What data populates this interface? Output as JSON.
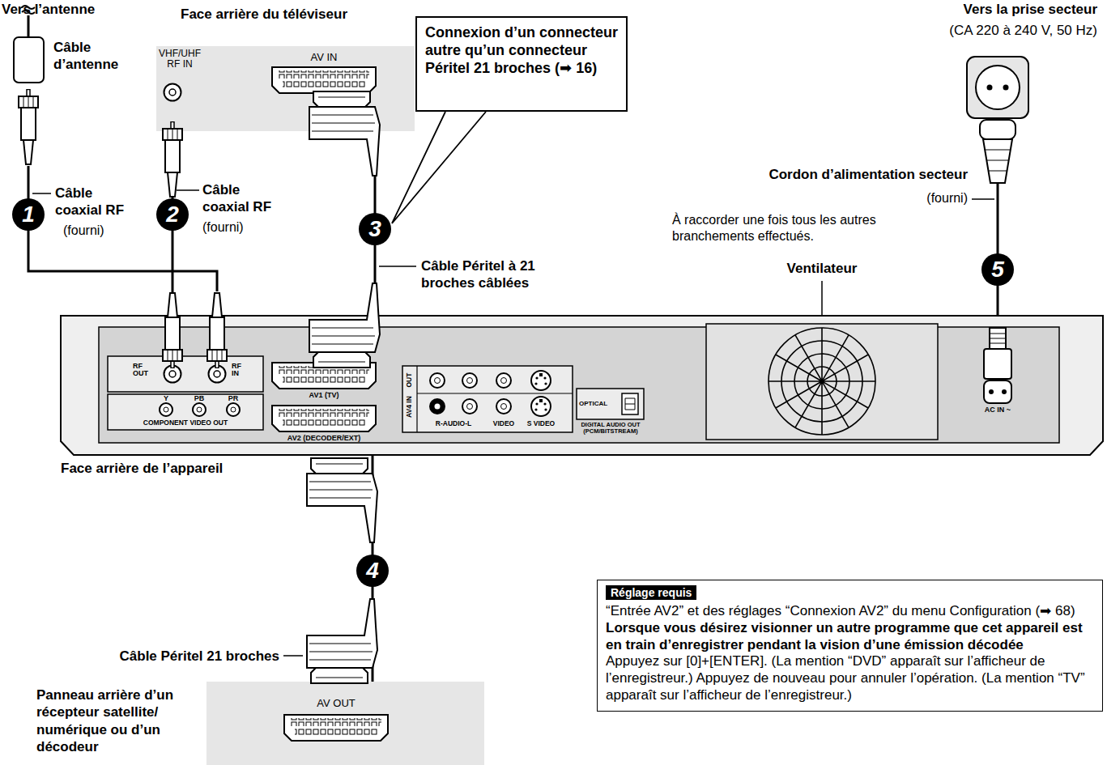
{
  "diagram": {
    "nodes": [
      {
        "text": [
          "Face arrière du téléviseur",
          "VHF/UHF RF IN",
          "AV IN"
        ]
      },
      {
        "text": [
          "Connexion d’un connecteur autre qu’un connecteur Péritel 21 broches (➡ 16)"
        ]
      },
      {
        "text": [
          "Face arrière de l’appareil",
          "RF OUT",
          "RF IN",
          "Y",
          "PB",
          "PR",
          "COMPONENT VIDEO OUT",
          "AV1 (TV)",
          "AV2 (DECODER/EXT)",
          "OUT",
          "AV4 IN",
          "R-AUDIO-L",
          "VIDEO",
          "S VIDEO",
          "OPTICAL",
          "DIGITAL AUDIO OUT (PCM/BITSTREAM)",
          "AC IN ~"
        ]
      },
      {
        "text": [
          "Réglage requis",
          "“Entrée AV2” et des réglages “Connexion AV2” du menu Configuration (➡ 68)",
          "Lorsque vous désirez visionner un autre programme que cet appareil est en train d’enregistrer pendant la vision d’une émission décodée",
          "Appuyez sur [0]+[ENTER]. (La mention “DVD” apparaît sur l’afficheur de l’enregistreur.) Appuyez de nouveau pour annuler l’opération. (La mention “TV” apparaît sur l’afficheur de l’enregistreur.)"
        ]
      },
      {
        "text": [
          "Panneau arrière d’un récepteur satellite/ numérique ou d’un décodeur",
          "AV OUT"
        ]
      }
    ],
    "edges": [
      {
        "from": 0,
        "to": 2,
        "arrow": "none"
      },
      {
        "from": 0,
        "to": 2,
        "label": "Câble Péritel à 21 broches câblées",
        "arrow": "none"
      },
      {
        "from": 2,
        "to": 4,
        "label": "Câble Péritel 21 broches",
        "arrow": "none"
      }
    ],
    "labels": [
      "Vers l’antenne",
      "Câble d’antenne",
      "Câble coaxial RF",
      "(fourni)",
      "1",
      "Câble coaxial RF",
      "(fourni)",
      "2",
      "3",
      "Vers la prise secteur",
      "(CA 220 à 240 V, 50 Hz)",
      "Cordon d’alimentation secteur",
      "(fourni)",
      "À raccorder une fois tous les autres branchements effectués.",
      "Ventilateur",
      "5",
      "4"
    ]
  }
}
